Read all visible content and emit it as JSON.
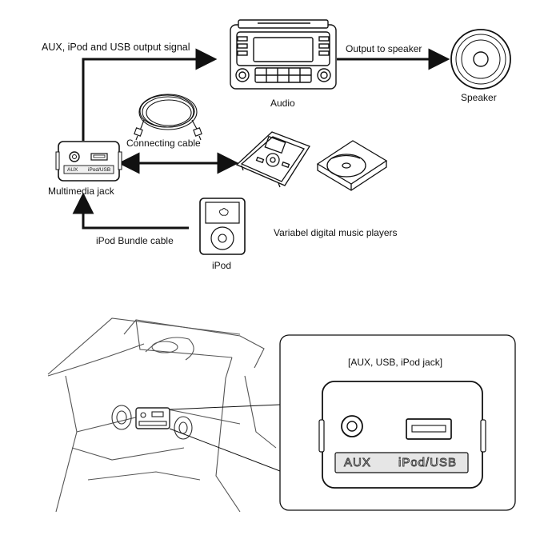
{
  "labels": {
    "output_signal": "AUX, iPod and USB output signal",
    "audio": "Audio",
    "output_to_speaker": "Output to speaker",
    "speaker": "Speaker",
    "connecting_cable": "Connecting cable",
    "multimedia_jack": "Multimedia jack",
    "ipod_bundle_cable": "iPod Bundle cable",
    "ipod": "iPod",
    "variable_players": "Variabel digital music players",
    "jack_detail_title": "[AUX, USB, iPod jack]"
  },
  "jack_panel": {
    "small_aux": "AUX",
    "small_ipod_usb": "iPod/USB",
    "large_aux": "AUX",
    "large_ipod_usb": "iPod/USB"
  },
  "colors": {
    "line": "#111111",
    "face_fill": "#ffffff",
    "strip_fill": "#e6e6e6"
  }
}
